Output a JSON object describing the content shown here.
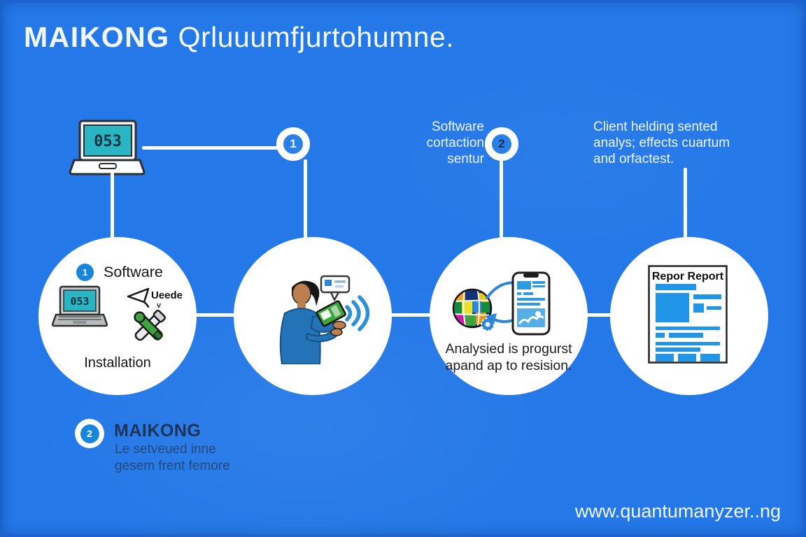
{
  "title": {
    "brand": "MAIKONG",
    "tagline": "Qrluuumfjurtohumne."
  },
  "colors": {
    "background": "#2478e8",
    "edge_border": "#1d63cf",
    "circle_white": "#ffffff",
    "badge_blue": "#1786dc",
    "screen_teal": "#2ab5c5",
    "dark_navy": "#1c3050",
    "doc_blue": "#2196e8",
    "wifi_blue": "#2f8fd8",
    "tool_green": "#3fa33f"
  },
  "connectors": {
    "step1_number": "1",
    "step2_number": "2"
  },
  "annotations": {
    "software_center": {
      "line1": "Software",
      "line2": "cortaction",
      "line3": "sentur"
    },
    "client_note": {
      "line1": "Client helding sented",
      "line2": "analys; effects cuartum",
      "line3": "and orfactest."
    }
  },
  "top_laptop": {
    "screen_text": "053"
  },
  "step1": {
    "badge": "1",
    "title": "Software",
    "screen_text": "053",
    "cursor_label": "Ueede",
    "cursor_sub": "v",
    "caption": "Installation"
  },
  "step3": {
    "caption_line1": "Analysied is progurst",
    "caption_line2": "apand ap to resision."
  },
  "step4": {
    "doc_title": "Repor Report"
  },
  "bottom_block": {
    "badge": "2",
    "brand": "MAIKONG",
    "desc_line1": "Le setveued inne",
    "desc_line2": "gesem frent femore"
  },
  "footer": {
    "website": "www.quantumanyzer..ng"
  }
}
